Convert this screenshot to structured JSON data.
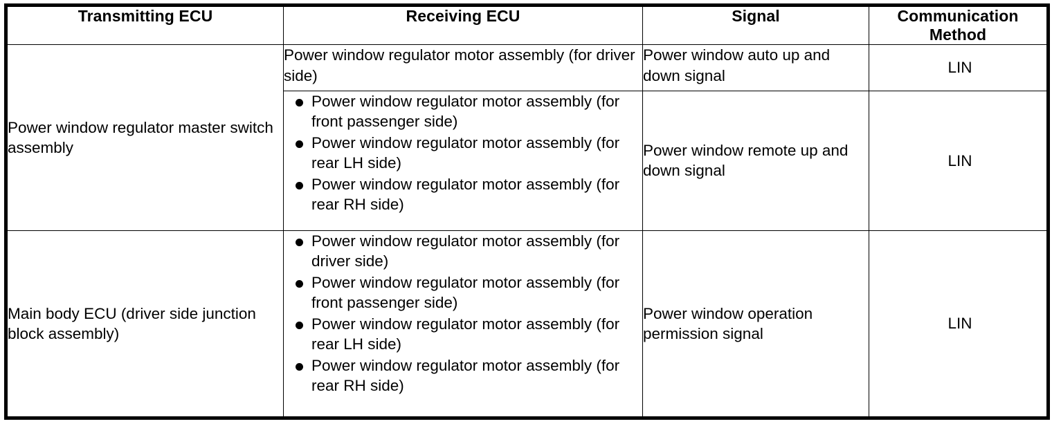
{
  "table": {
    "columns": [
      {
        "key": "transmitting_ecu",
        "label": "Transmitting ECU"
      },
      {
        "key": "receiving_ecu",
        "label": "Receiving ECU"
      },
      {
        "key": "signal",
        "label": "Signal"
      },
      {
        "key": "communication_method",
        "label": "Communication Method"
      }
    ],
    "header_labels": {
      "transmitting_ecu": "Transmitting ECU",
      "receiving_ecu": "Receiving ECU",
      "signal": "Signal",
      "communication_method_line1": "Communication",
      "communication_method_line2": "Method"
    },
    "groups": [
      {
        "transmitting_ecu": "Power window regulator master switch assembly",
        "rows": [
          {
            "receiving_ecu_text": "Power window regulator motor assembly (for driver side)",
            "receiving_ecu_bullets": [],
            "signal": "Power window auto up and down signal",
            "communication_method": "LIN"
          },
          {
            "receiving_ecu_text": "",
            "receiving_ecu_bullets": [
              "Power window regulator motor assembly (for front passenger side)",
              "Power window regulator motor assembly (for rear LH side)",
              "Power window regulator motor assembly (for rear RH side)"
            ],
            "signal": "Power window remote up and down signal",
            "communication_method": "LIN"
          }
        ]
      },
      {
        "transmitting_ecu": "Main body ECU (driver side junction block assembly)",
        "rows": [
          {
            "receiving_ecu_text": "",
            "receiving_ecu_bullets": [
              "Power window regulator motor assembly (for driver side)",
              "Power window regulator motor assembly (for front passenger side)",
              "Power window regulator motor assembly (for rear LH side)",
              "Power window regulator motor assembly (for rear RH side)"
            ],
            "signal": "Power window operation permission signal",
            "communication_method": "LIN"
          }
        ]
      }
    ]
  },
  "colors": {
    "background": "#ffffff",
    "text": "#000000",
    "border": "#000000"
  }
}
